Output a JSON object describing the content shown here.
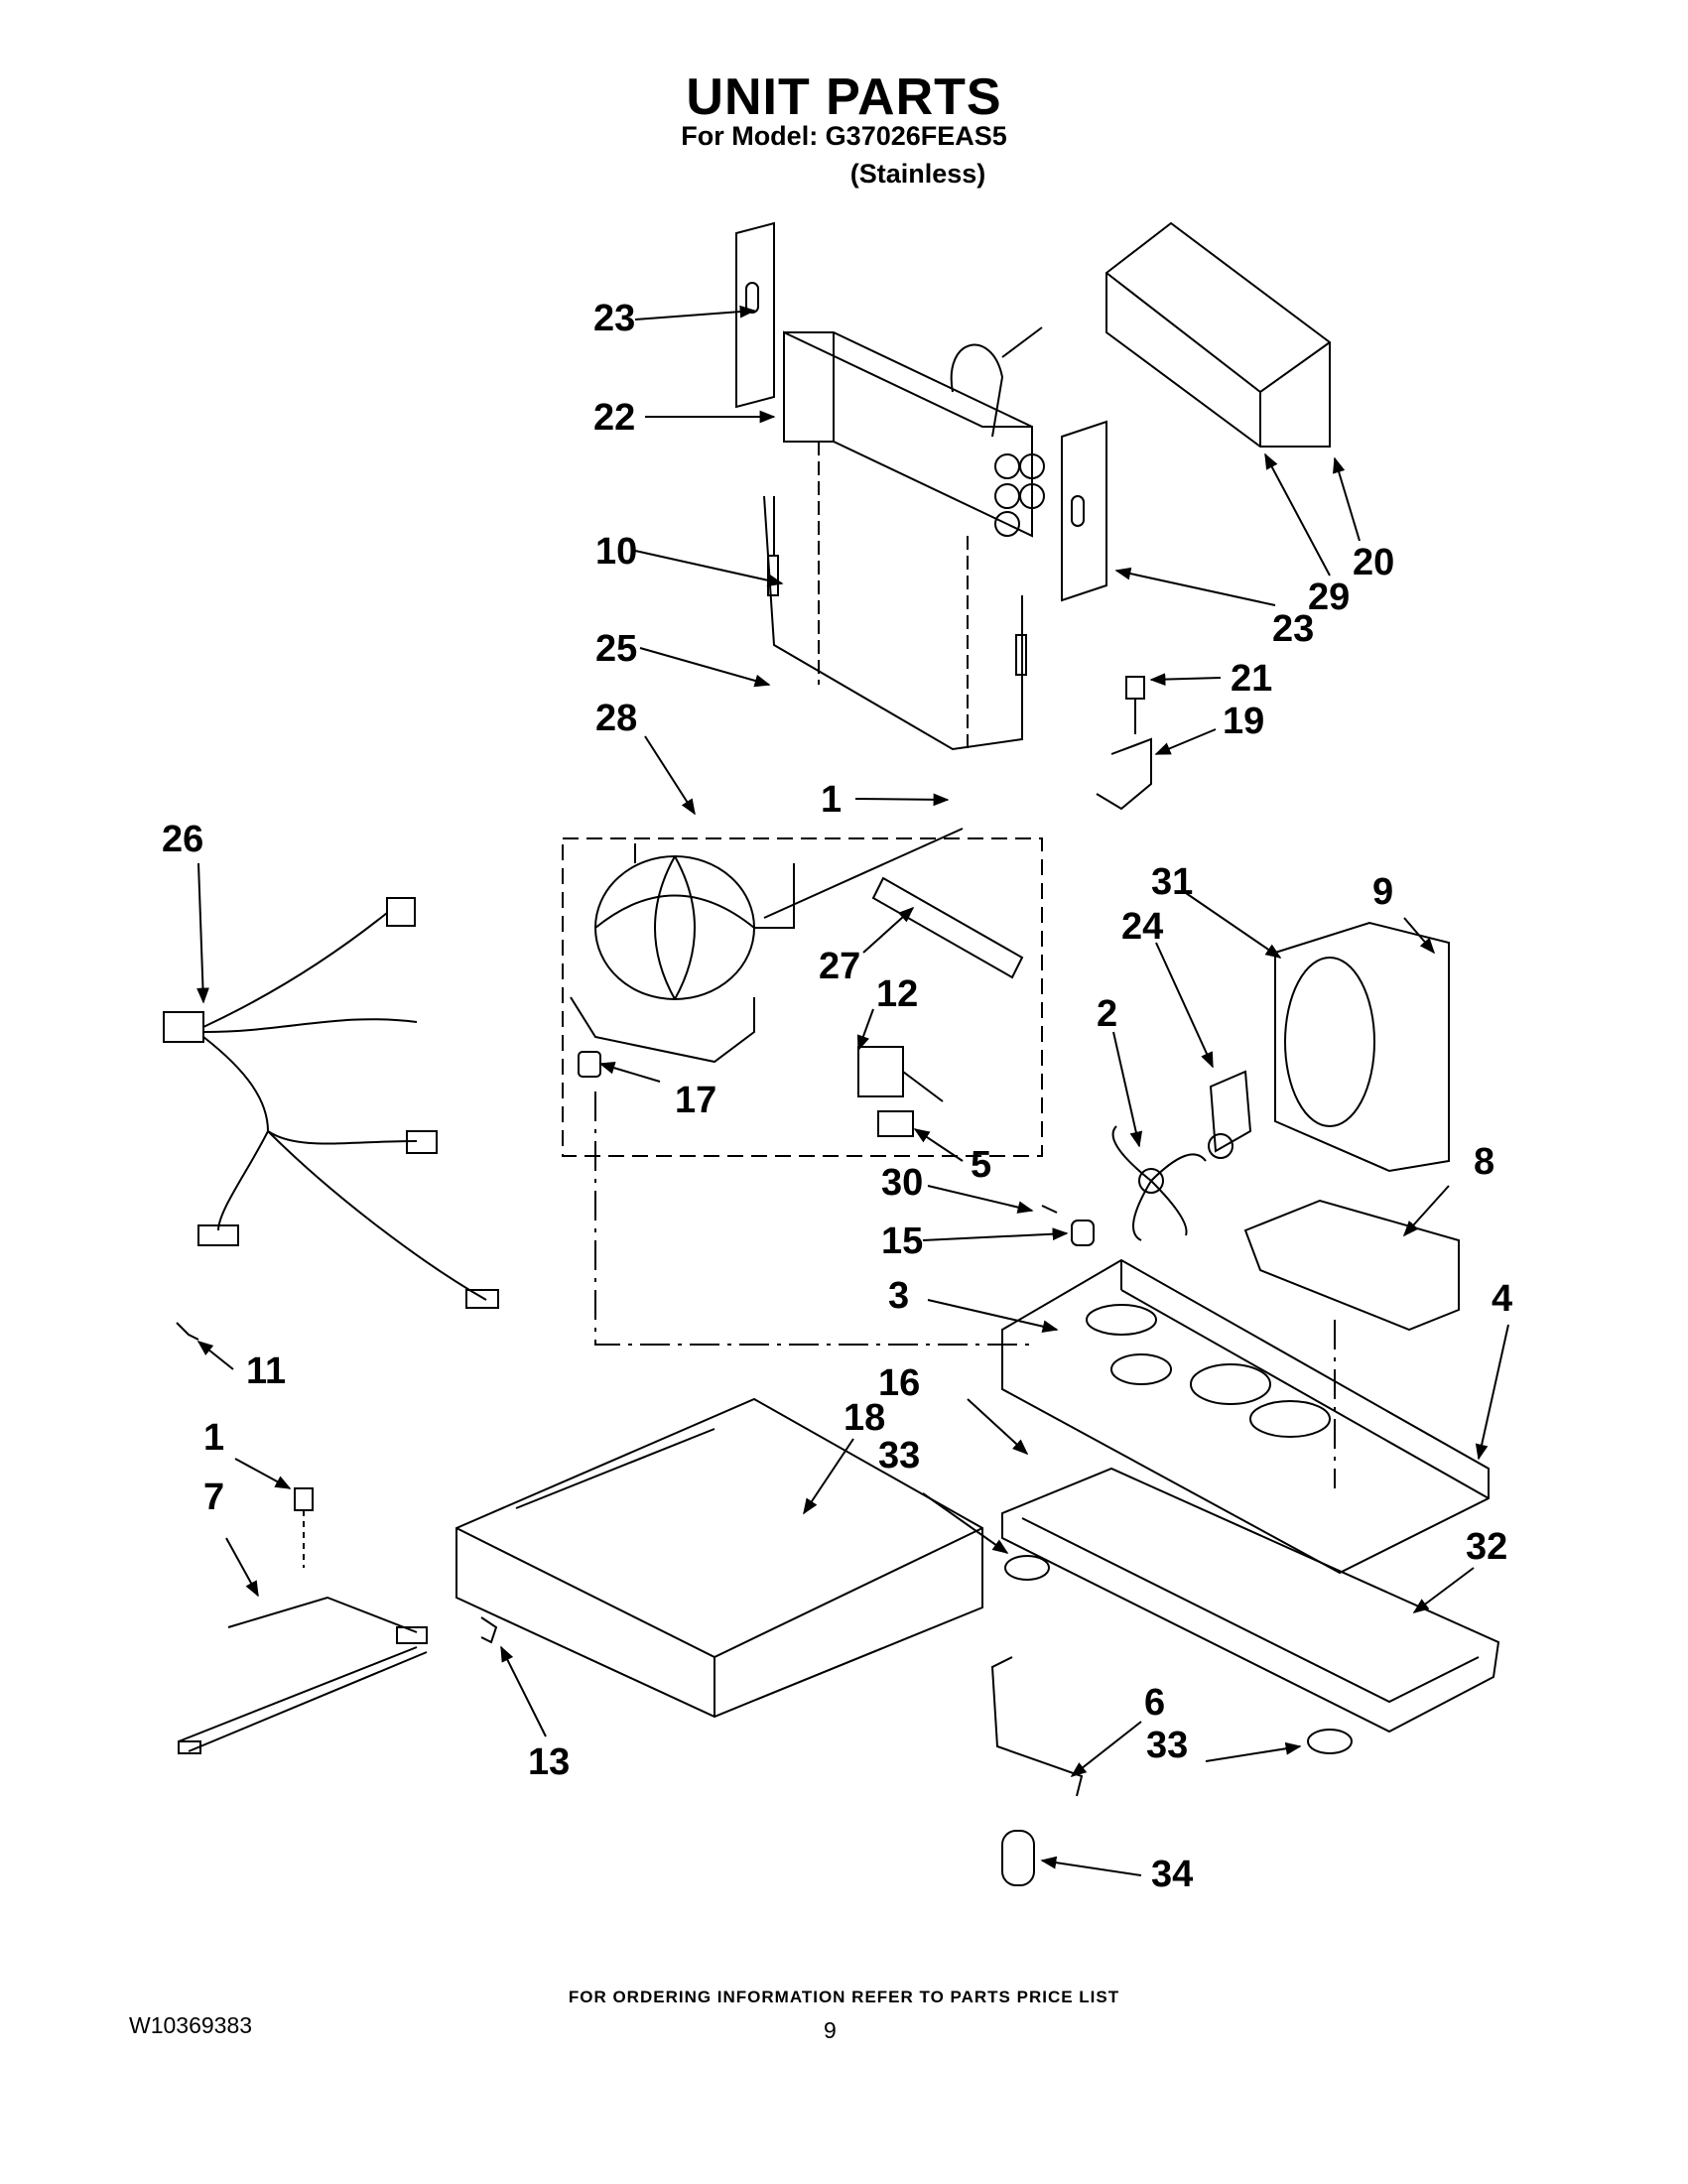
{
  "header": {
    "title": "UNIT PARTS",
    "model_line": "For Model: G37026FEAS5",
    "finish": "(Stainless)"
  },
  "callouts": [
    {
      "id": "c23a",
      "label": "23"
    },
    {
      "id": "c22",
      "label": "22"
    },
    {
      "id": "c10",
      "label": "10"
    },
    {
      "id": "c25",
      "label": "25"
    },
    {
      "id": "c28",
      "label": "28"
    },
    {
      "id": "c26",
      "label": "26"
    },
    {
      "id": "c1a",
      "label": "1"
    },
    {
      "id": "c27",
      "label": "27"
    },
    {
      "id": "c12",
      "label": "12"
    },
    {
      "id": "c17",
      "label": "17"
    },
    {
      "id": "c5",
      "label": "5"
    },
    {
      "id": "c20",
      "label": "20"
    },
    {
      "id": "c29",
      "label": "29"
    },
    {
      "id": "c23b",
      "label": "23"
    },
    {
      "id": "c21",
      "label": "21"
    },
    {
      "id": "c19",
      "label": "19"
    },
    {
      "id": "c31",
      "label": "31"
    },
    {
      "id": "c9",
      "label": "9"
    },
    {
      "id": "c24",
      "label": "24"
    },
    {
      "id": "c2",
      "label": "2"
    },
    {
      "id": "c30",
      "label": "30"
    },
    {
      "id": "c15",
      "label": "15"
    },
    {
      "id": "c8",
      "label": "8"
    },
    {
      "id": "c3",
      "label": "3"
    },
    {
      "id": "c4",
      "label": "4"
    },
    {
      "id": "c16",
      "label": "16"
    },
    {
      "id": "c18",
      "label": "18"
    },
    {
      "id": "c33a",
      "label": "33"
    },
    {
      "id": "c32",
      "label": "32"
    },
    {
      "id": "c11",
      "label": "11"
    },
    {
      "id": "c1b",
      "label": "1"
    },
    {
      "id": "c7",
      "label": "7"
    },
    {
      "id": "c13",
      "label": "13"
    },
    {
      "id": "c6",
      "label": "6"
    },
    {
      "id": "c33b",
      "label": "33"
    },
    {
      "id": "c34",
      "label": "34"
    }
  ],
  "footer": {
    "note": "FOR ORDERING INFORMATION REFER TO PARTS PRICE LIST",
    "doc_number": "W10369383",
    "page_number": "9"
  }
}
